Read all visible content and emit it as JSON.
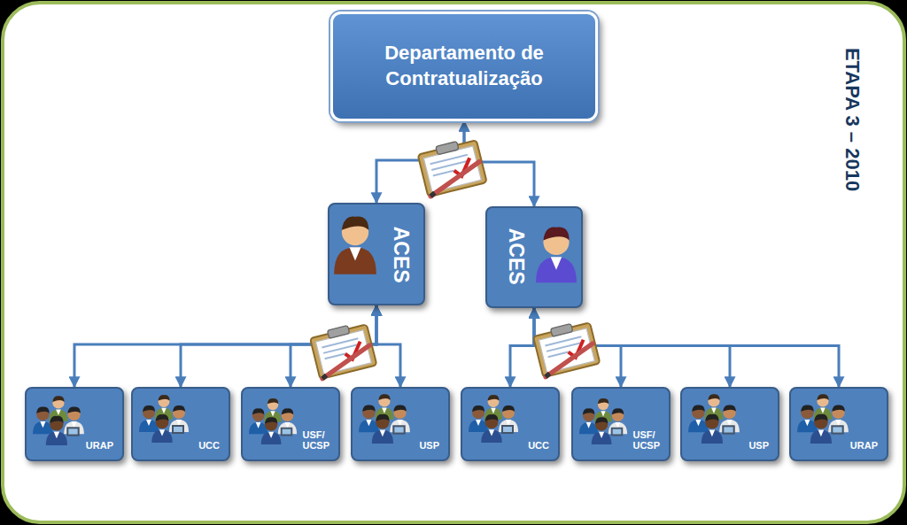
{
  "diagram": {
    "nodes": [
      {
        "text": [
          "Departamento de Contratualização"
        ]
      },
      {
        "text": [
          "ACES"
        ]
      },
      {
        "text": [
          "ACES"
        ]
      },
      {
        "text": [
          "URAP"
        ]
      },
      {
        "text": [
          "UCC"
        ]
      },
      {
        "text": [
          "USF/ UCSP"
        ]
      },
      {
        "text": [
          "USP"
        ]
      },
      {
        "text": [
          "UCC"
        ]
      },
      {
        "text": [
          "USF/ UCSP"
        ]
      },
      {
        "text": [
          "USP"
        ]
      },
      {
        "text": [
          "URAP"
        ]
      }
    ],
    "edges": [
      {
        "from": 0,
        "to": 1,
        "arrow": "both"
      },
      {
        "from": 0,
        "to": 2,
        "arrow": "both"
      },
      {
        "from": 1,
        "to": 3,
        "arrow": "both"
      },
      {
        "from": 1,
        "to": 4,
        "arrow": "both"
      },
      {
        "from": 1,
        "to": 5,
        "arrow": "both"
      },
      {
        "from": 1,
        "to": 6,
        "arrow": "both"
      },
      {
        "from": 2,
        "to": 7,
        "arrow": "both"
      },
      {
        "from": 2,
        "to": 8,
        "arrow": "both"
      },
      {
        "from": 2,
        "to": 9,
        "arrow": "both"
      },
      {
        "from": 2,
        "to": 10,
        "arrow": "both"
      }
    ],
    "labels": [
      "ETAPA 3 – 2010"
    ]
  }
}
